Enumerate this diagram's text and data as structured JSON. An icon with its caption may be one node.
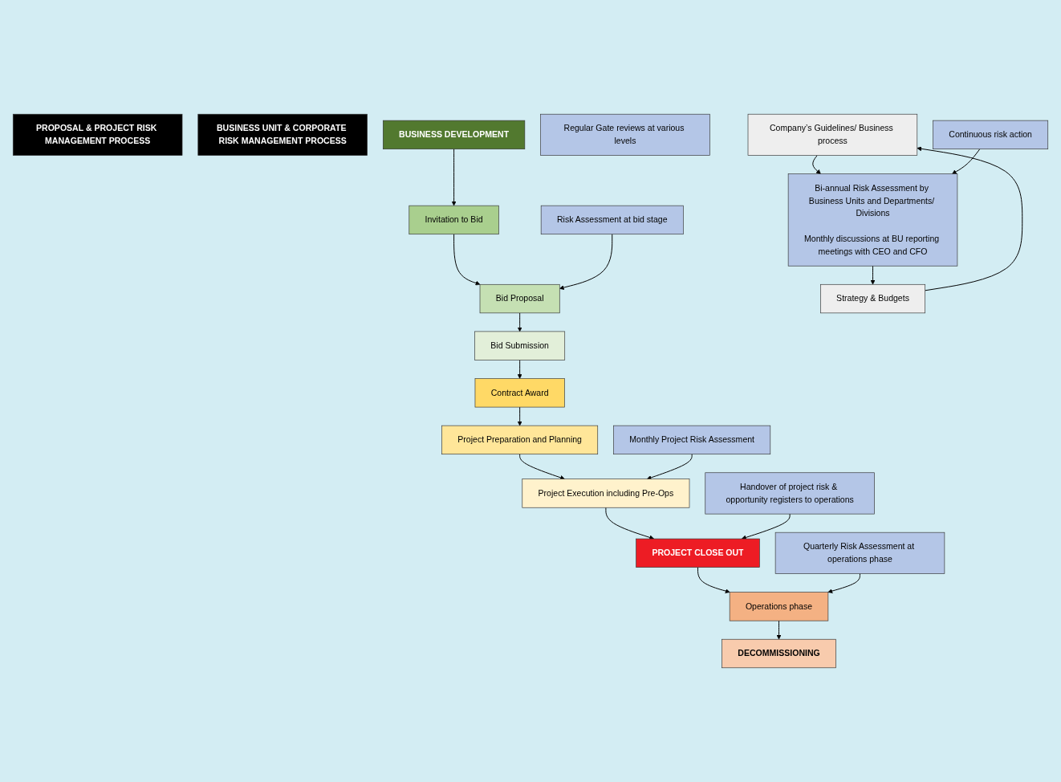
{
  "diagram": {
    "nodes": [
      {
        "text": [
          "PROPOSAL & PROJECT RISK MANAGEMENT PROCESS"
        ]
      },
      {
        "text": [
          "BUSINESS UNIT & CORPORATE RISK MANAGEMENT PROCESS"
        ]
      },
      {
        "text": [
          "BUSINESS DEVELOPMENT"
        ]
      },
      {
        "text": [
          "Invitation to Bid"
        ]
      },
      {
        "text": [
          "Bid Proposal"
        ]
      },
      {
        "text": [
          "Risk Assessment at bid stage"
        ]
      },
      {
        "text": [
          "Bid Submission"
        ]
      },
      {
        "text": [
          "Regular Gate reviews at various levels"
        ]
      },
      {
        "text": [
          "Contract Award"
        ]
      },
      {
        "text": [
          "Project Preparation and Planning"
        ]
      },
      {
        "text": [
          "Project Execution including Pre-Ops"
        ]
      },
      {
        "text": [
          "Monthly Project Risk Assessment"
        ]
      },
      {
        "text": [
          "PROJECT CLOSE OUT"
        ]
      },
      {
        "text": [
          "Handover of project risk & opportunity registers to operations"
        ]
      },
      {
        "text": [
          "Operations phase"
        ]
      },
      {
        "text": [
          "Quarterly Risk Assessment at operations phase"
        ]
      },
      {
        "text": [
          "DECOMMISSIONING"
        ]
      },
      {
        "text": [
          "Company’s Guidelines/ Business process"
        ]
      },
      {
        "text": [
          "Bi-annual Risk Assessment by Business Units and Departments/ Divisions",
          "Monthly discussions at BU reporting meetings with CEO and CFO"
        ]
      },
      {
        "text": [
          "Continuous risk action"
        ]
      },
      {
        "text": [
          "Strategy & Budgets"
        ]
      }
    ],
    "edges": [
      {
        "from": 2,
        "to": 3,
        "arrow": "to"
      },
      {
        "from": 3,
        "to": 4,
        "arrow": "to"
      },
      {
        "from": 5,
        "to": 4,
        "arrow": "to"
      },
      {
        "from": 4,
        "to": 6,
        "arrow": "to"
      },
      {
        "from": 6,
        "to": 8,
        "arrow": "to"
      },
      {
        "from": 8,
        "to": 9,
        "arrow": "to"
      },
      {
        "from": 9,
        "to": 10,
        "arrow": "to"
      },
      {
        "from": 11,
        "to": 10,
        "arrow": "to"
      },
      {
        "from": 10,
        "to": 12,
        "arrow": "to"
      },
      {
        "from": 13,
        "to": 12,
        "arrow": "to"
      },
      {
        "from": 12,
        "to": 14,
        "arrow": "to"
      },
      {
        "from": 15,
        "to": 14,
        "arrow": "to"
      },
      {
        "from": 14,
        "to": 16,
        "arrow": "to"
      },
      {
        "from": 20,
        "to": 17,
        "arrow": "to"
      },
      {
        "from": 17,
        "to": 18,
        "arrow": "to"
      },
      {
        "from": 19,
        "to": 18,
        "arrow": "to"
      },
      {
        "from": 18,
        "to": 20,
        "arrow": "to"
      }
    ]
  }
}
